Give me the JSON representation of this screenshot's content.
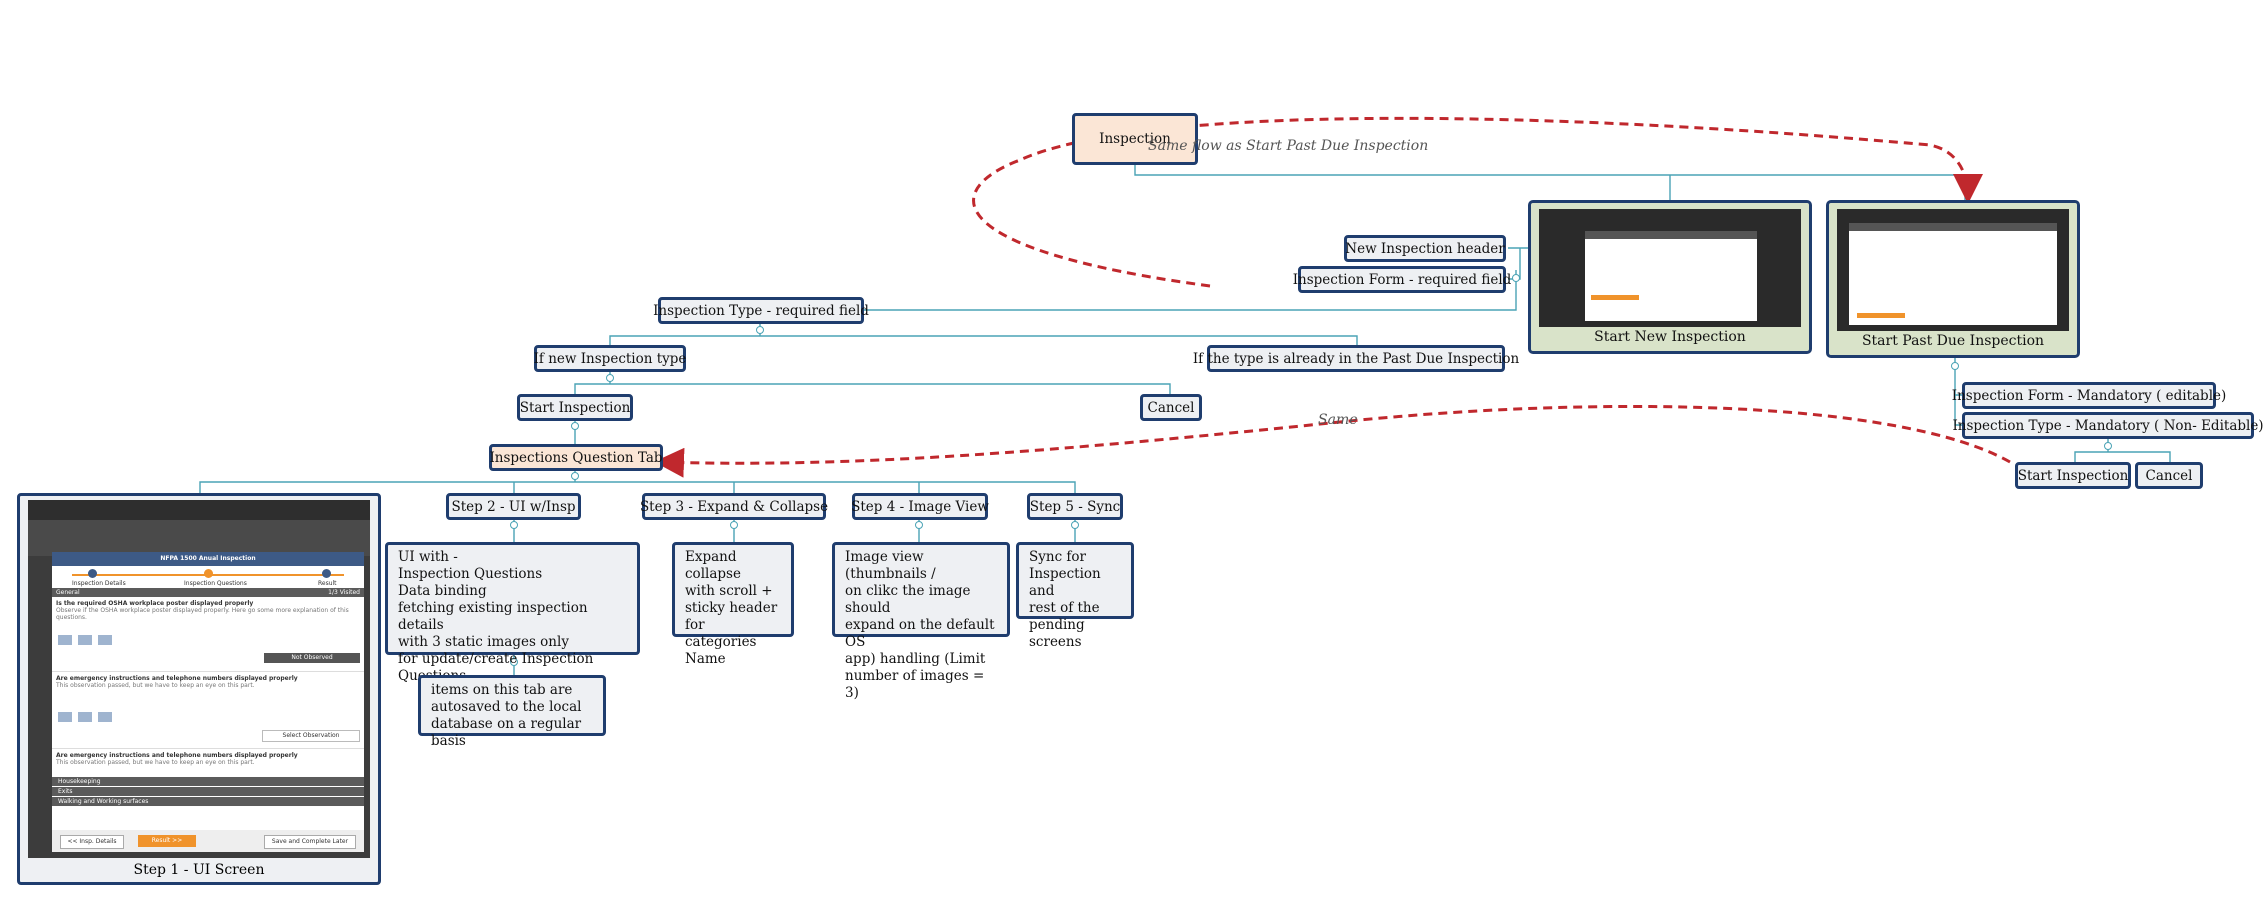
{
  "root": "Inspection",
  "annotations": {
    "same_flow": "Same flow as Start Past Due Inspection",
    "same": "Same"
  },
  "start_new": {
    "caption": "Start New Inspection",
    "labels": {
      "header": "New Inspection header",
      "form": "Inspection Form - required field"
    }
  },
  "start_past_due": {
    "caption": "Start Past Due Inspection",
    "form": "Inspection Form - Mandatory ( editable)",
    "type": "Inspection Type - Mandatory ( Non- Editable)",
    "start": "Start Inspection",
    "cancel": "Cancel"
  },
  "type_required": "Inspection Type - required field",
  "if_new": "If new Inspection type",
  "if_past_due": "If the type is already in the Past Due Inspection",
  "start_inspection": "Start Inspection",
  "cancel": "Cancel",
  "question_tab": "Inspections Question Tab",
  "steps": [
    {
      "title": "Step 1 - UI Screen"
    },
    {
      "title": "Step 2 - UI w/Insp",
      "body": "UI with  - \nInspection Questions\n Data binding\n fetching existing inspection details\nwith 3 static images only\nfor update/create Inspection Questions"
    },
    {
      "title": "Step 3 - Expand & Collapse",
      "body": "Expand collapse\nwith scroll +\nsticky header for\ncategories Name"
    },
    {
      "title": "Step 4 - Image View",
      "body": "Image view (thumbnails /\non clikc the image should\nexpand on the default OS\napp) handling (Limit\nnumber of images = 3)"
    },
    {
      "title": "Step 5 - Sync",
      "body": "Sync for\nInspection and\nrest of the\npending screens"
    }
  ],
  "autosave_note": " items on this tab are\nautosaved to the local\ndatabase on a regular basis",
  "step1_screen": {
    "modal_title": "NFPA 1500 Anual Inspection",
    "progress": [
      "Inspection Details",
      "Inspection Questions",
      "Result"
    ],
    "section_general": "General",
    "count": "1/3 Visited",
    "q1": "Is the required OSHA workplace poster displayed properly",
    "q1_sub": "Observe if the OSHA workplace poster displayed properly. Here go some more explanation of this questions.",
    "q1_result": "Not Observed",
    "q2": "Are emergency instructions and telephone numbers displayed properly",
    "q2_sub": "This observation passed, but we have to keep an eye on this part.",
    "q2_result": "Select Observation",
    "q3": "Are emergency instructions and telephone numbers displayed properly",
    "q3_sub": "This observation passed, but we have to keep an eye on this part.",
    "collapsed": [
      "Housekeeping",
      "Exits",
      "Walking and Working surfaces"
    ],
    "btn_back": "<< Insp. Details",
    "btn_result": "Result >>",
    "btn_save": "Save and Complete Later"
  },
  "colors": {
    "node_border": "#1f3d6e",
    "connector": "#4aa3b5",
    "dashed_arrow": "#c0282d",
    "peach": "#fbe6d6",
    "panel": "#d9e3c9",
    "accent": "#f0932b"
  }
}
